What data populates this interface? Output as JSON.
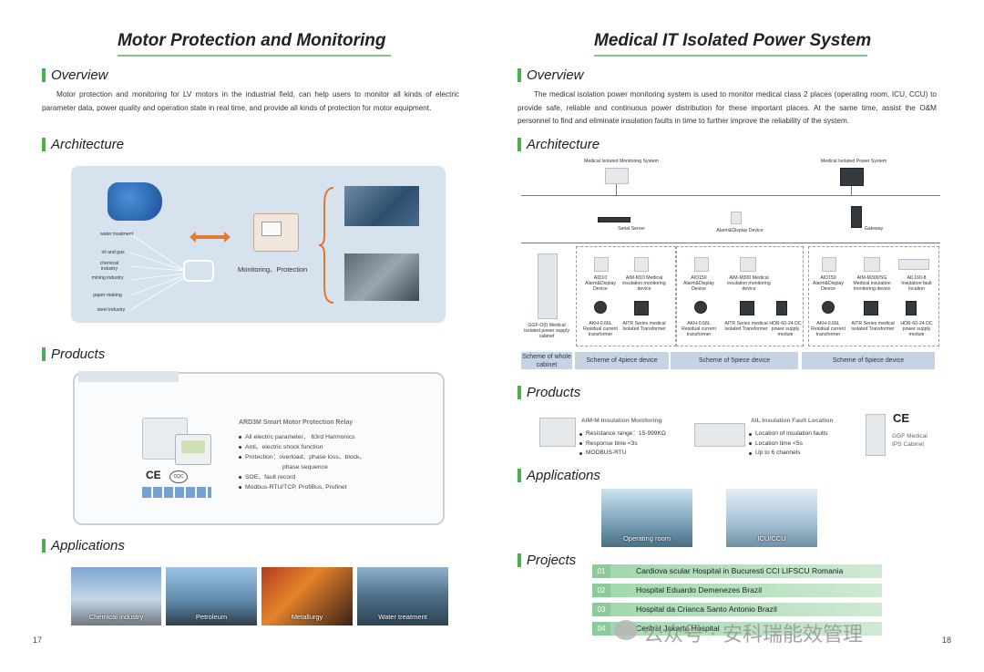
{
  "left": {
    "title": "Motor Protection and Monitoring",
    "overview_heading": "Overview",
    "overview_text": "Motor protection and monitoring for LV motors in the industrial field, can help users to monitor all kinds of electric parameter data, power quality and operation state in real time, and provide all kinds of protection for motor equipment.",
    "architecture_heading": "Architecture",
    "arch_labels": [
      "water treatment",
      "oil and gas",
      "chemical industry",
      "mining industry",
      "paper making",
      "steel industry"
    ],
    "arch_center_label": "Monitoring、Protection",
    "products_heading": "Products",
    "product": {
      "name": "ARD3M Smart Motor Protection Relay",
      "features": [
        "All electric parameter、 63rd Harmonics",
        "Anti、electric shock function",
        "Protection：overload、phase loss、block、",
        "phase sequence",
        "SOE、fault record",
        "Modbus-RTU/TCP, ProfiBus, Profinet"
      ],
      "cert_marks": [
        "CE",
        "CQC"
      ]
    },
    "applications_heading": "Applications",
    "applications": [
      "Chemical industry",
      "Petroleum",
      "Metallurgy",
      "Water treatment"
    ],
    "page_number": "17"
  },
  "right": {
    "title": "Medical IT Isolated Power System",
    "overview_heading": "Overview",
    "overview_text": "The medical isolation power monitoring system is used to monitor medical class 2 places (operating room, ICU, CCU) to provide safe, reliable and continuous power distribution for these important places. At the same time, assist the O&M personnel to find and eliminate insulation faults in time to further improve the reliability of the system.",
    "architecture_heading": "Architecture",
    "arch": {
      "monitoring_system": "Medical Isolated Monitoring System",
      "power_system": "Medical Isolated Power System",
      "serial_server": "Serial Server",
      "alarm_device": "Alarm&Display Device",
      "gateway": "Gateway",
      "cabinet_label": "GGF-O(I) Medical isolated power supply cabinet",
      "group1": [
        "AID10 Alarm&Display Device",
        "AIM-M10 Medical insulation monitoring device",
        "AKH-0.66L Residual current transformer",
        "AITR Series medical Isolated Transformer"
      ],
      "group2": [
        "AID150 Alarm&Display Device",
        "AIM-M300 Medical insulation monitoring device",
        "AKH-0.66L Residual current transformer",
        "AITR Series medical isolated Transformer",
        "HDR-60-24 DC power supply module"
      ],
      "group3": [
        "AID150 Alarm&Display Device",
        "AIM-M300/SG Medical insulation monitoring device",
        "AIL160-8 Insulation fault location",
        "AKH-0.66L Residual current transformer",
        "AITR Series medical isolated Transformer",
        "HDR-60-24 DC power supply module"
      ],
      "schemes": [
        "Scheme of whole cabinet",
        "Scheme of 4piece device",
        "Scheme of 5piece device",
        "Scheme of 6piece device"
      ]
    },
    "products_heading": "Products",
    "products": [
      {
        "name": "AIM-M Insulation Monitoring",
        "features": [
          "Resistance range：15-999KΩ",
          "Response time <3s",
          "MODBUS-RTU"
        ]
      },
      {
        "name": "AIL Insulation Fault Location",
        "features": [
          "Location of insulation faults",
          "Location time <5s",
          "Up to 6 channels"
        ]
      },
      {
        "name": "GGF Medical IPS Cabinet",
        "features": [],
        "cert_mark": "CE"
      }
    ],
    "applications_heading": "Applications",
    "applications": [
      "Operating room",
      "ICU/CCU"
    ],
    "projects_heading": "Projects",
    "projects": [
      {
        "num": "01",
        "name": "Cardiova scular Hospital in Bucuresti CCI LIFSCU Romania"
      },
      {
        "num": "02",
        "name": "Hospital Eduardo Demenezes Brazil"
      },
      {
        "num": "03",
        "name": "Hospital da Crianca Santo Antonio Brazil"
      },
      {
        "num": "04",
        "name": "Central Jakarta Hospital"
      }
    ],
    "page_number": "18",
    "watermark": "公众号 · 安科瑞能效管理"
  },
  "colors": {
    "accent": "#4caf50",
    "diagram_bg": "#d6e2ee",
    "scheme_bar": "#c5d4e3",
    "project_bar": "#9fd7ab"
  }
}
